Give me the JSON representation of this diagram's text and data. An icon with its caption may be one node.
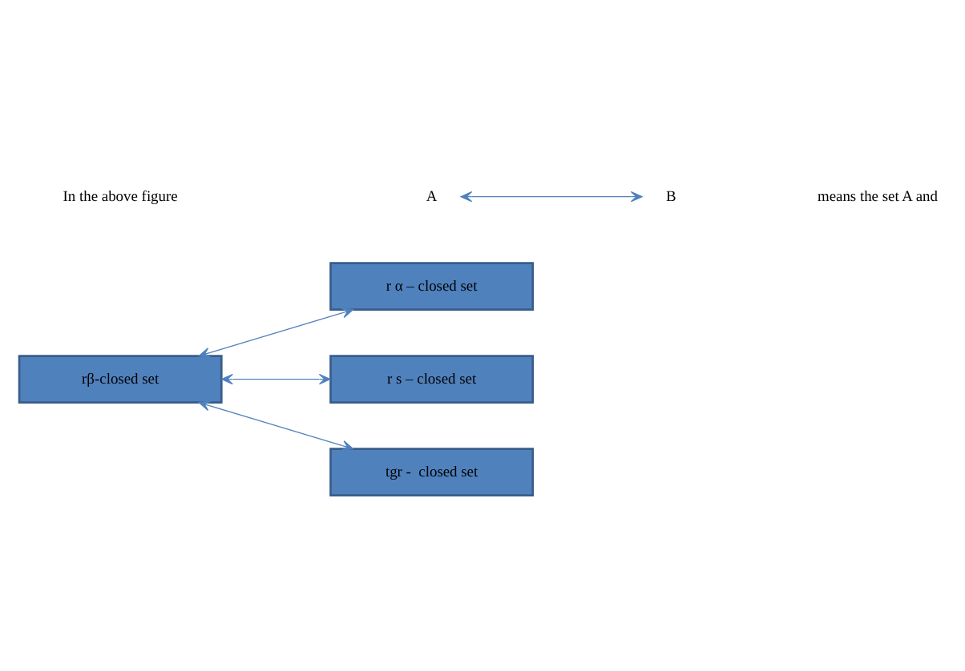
{
  "diagram": {
    "nodes": [
      {
        "text": [
          "rβ-closed set"
        ]
      },
      {
        "text": [
          "r α – closed set"
        ]
      },
      {
        "text": [
          "r s – closed set"
        ]
      },
      {
        "text": [
          "tgr -  closed set"
        ]
      },
      {
        "text": [
          "A"
        ]
      },
      {
        "text": [
          "B"
        ]
      }
    ],
    "edges": [
      {
        "from": 0,
        "to": 1,
        "arrow": "both"
      },
      {
        "from": 0,
        "to": 2,
        "arrow": "both"
      },
      {
        "from": 0,
        "to": 3,
        "arrow": "both"
      },
      {
        "from": 4,
        "to": 5,
        "arrow": "both"
      }
    ],
    "labels": [
      "In the above figure",
      "means the set A and"
    ]
  }
}
